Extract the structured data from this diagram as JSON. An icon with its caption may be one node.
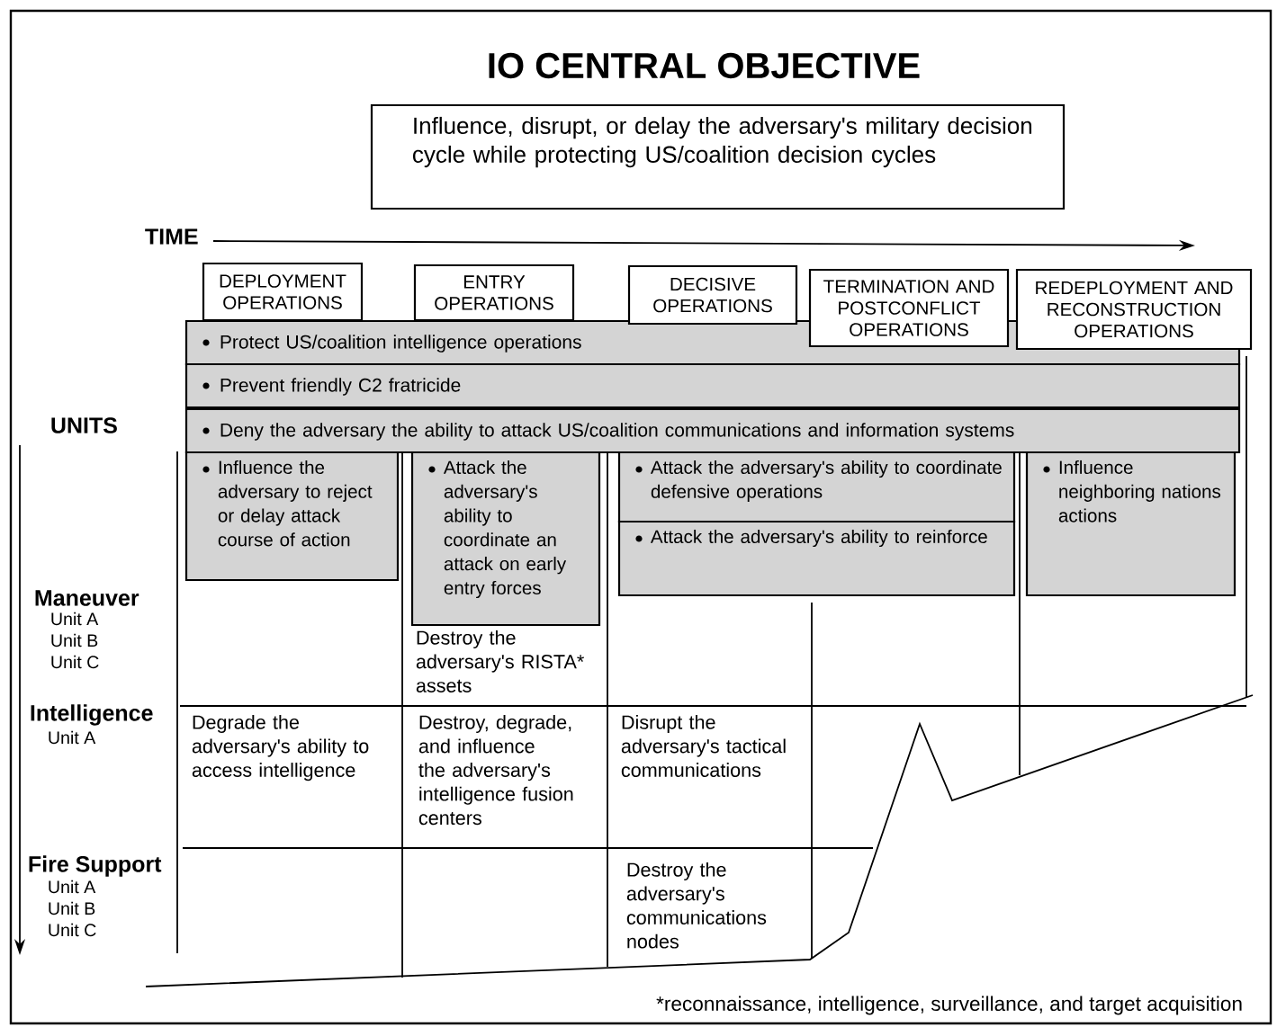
{
  "diagram": {
    "title": "IO CENTRAL OBJECTIVE",
    "nodes": [
      {
        "text": [
          "Influence, disrupt, or delay the adversary's military decision cycle while protecting US/coalition decision cycles"
        ]
      },
      {
        "text": [
          "DEPLOYMENT OPERATIONS"
        ]
      },
      {
        "text": [
          "ENTRY OPERATIONS"
        ]
      },
      {
        "text": [
          "DECISIVE OPERATIONS"
        ]
      },
      {
        "text": [
          "TERMINATION AND POSTCONFLICT OPERATIONS"
        ]
      },
      {
        "text": [
          "REDEPLOYMENT AND RECONSTRUCTION OPERATIONS"
        ]
      },
      {
        "text": [
          "Protect US/coalition intelligence operations"
        ]
      },
      {
        "text": [
          "Prevent friendly C2 fratricide"
        ]
      },
      {
        "text": [
          "Deny the adversary the ability to attack US/coalition communications and information systems"
        ]
      },
      {
        "text": [
          "Influence the adversary to reject or delay attack course of action"
        ]
      },
      {
        "text": [
          "Attack the adversary's ability to coordinate an attack on early entry forces"
        ]
      },
      {
        "text": [
          "Attack the adversary's ability to coordinate defensive operations"
        ]
      },
      {
        "text": [
          "Attack the adversary's ability to reinforce"
        ]
      },
      {
        "text": [
          "Influence neighboring nations actions"
        ]
      }
    ],
    "labels": [
      "TIME",
      "UNITS",
      "Maneuver",
      "Unit A",
      "Unit B",
      "Unit C",
      "Destroy the adversary's RISTA* assets",
      "Intelligence",
      "Unit A",
      "Degrade the adversary's ability to access intelligence",
      "Destroy, degrade, and influence the adversary's intelligence fusion centers",
      "Disrupt the adversary's tactical communications",
      "Fire Support",
      "Unit A",
      "Unit B",
      "Unit C",
      "Destroy the adversary's communications nodes",
      "*reconnaissance, intelligence, surveillance, and target acquisition"
    ]
  }
}
